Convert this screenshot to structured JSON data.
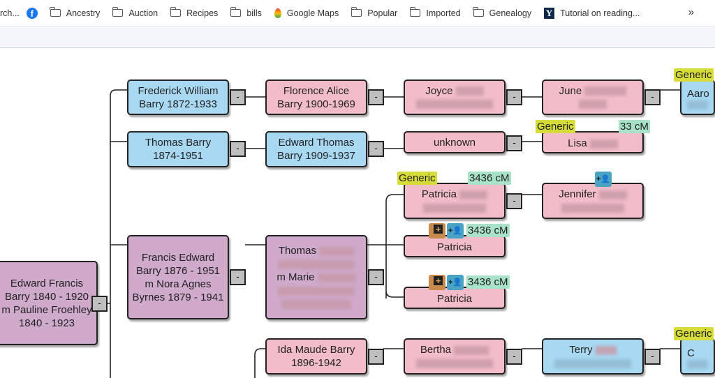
{
  "bookmarks": {
    "truncated": "rch...",
    "items": [
      {
        "label": "Ancestry",
        "icon": "folder-icon"
      },
      {
        "label": "Auction",
        "icon": "folder-icon"
      },
      {
        "label": "Recipes",
        "icon": "folder-icon"
      },
      {
        "label": "bills",
        "icon": "folder-icon"
      },
      {
        "label": "Google Maps",
        "icon": "maps-pin-icon"
      },
      {
        "label": "Popular",
        "icon": "folder-icon"
      },
      {
        "label": "Imported",
        "icon": "folder-icon"
      },
      {
        "label": "Genealogy",
        "icon": "folder-icon"
      },
      {
        "label": "Tutorial on reading...",
        "icon": "yale-icon"
      }
    ],
    "more": "»"
  },
  "tree": {
    "collapse": "-",
    "root": {
      "l1": "Edward Francis",
      "l2": "Barry 1840 - 1920",
      "l3": "m Pauline Froehley",
      "l4": "1840 - 1923"
    },
    "frederick": {
      "l1": "Frederick William",
      "l2": "Barry 1872-1933"
    },
    "thomas1": {
      "l1": "Thomas Barry",
      "l2": "1874-1951"
    },
    "francis": {
      "l1": "Francis Edward",
      "l2": "Barry 1876 - 1951",
      "l3": "m Nora Agnes",
      "l4": "Byrnes 1879 - 1941"
    },
    "florence": {
      "l1": "Florence Alice",
      "l2": "Barry 1900-1969"
    },
    "edwardt": {
      "l1": "Edward Thomas",
      "l2": "Barry 1909-1937"
    },
    "thomas2": {
      "l1": "Thomas",
      "l3": "m Marie"
    },
    "ida": {
      "l1": "Ida Maude Barry",
      "l2": "1896-1942"
    },
    "joyce": {
      "l1": "Joyce"
    },
    "unknown": {
      "l1": "unknown"
    },
    "patricia1": {
      "l1": "Patricia",
      "generic": "Generic",
      "cm": "3436 cM"
    },
    "patricia2": {
      "l1": "Patricia",
      "cm": "3436 cM"
    },
    "patricia3": {
      "l1": "Patricia",
      "cm": "3436 cM"
    },
    "bertha": {
      "l1": "Bertha"
    },
    "june": {
      "l1": "June"
    },
    "lisa": {
      "l1": "Lisa",
      "generic": "Generic",
      "cm": "33 cM"
    },
    "jennifer": {
      "l1": "Jennifer"
    },
    "terry": {
      "l1": "Terry"
    },
    "aaro": {
      "l1": "Aaro",
      "generic": "Generic"
    },
    "c5": {
      "l1": "C",
      "generic": "Generic"
    },
    "add_person": "+👤"
  }
}
